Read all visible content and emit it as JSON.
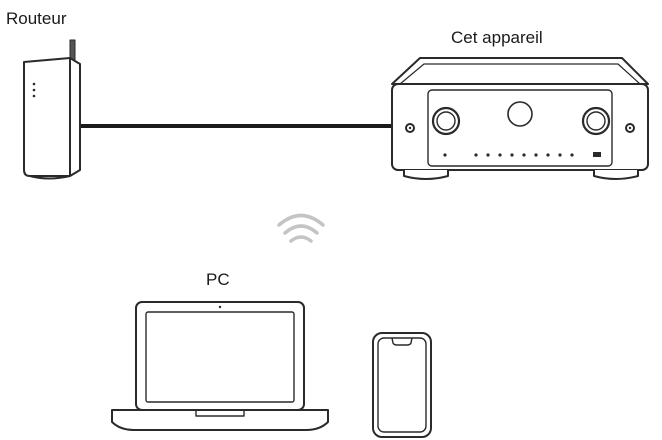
{
  "labels": {
    "router": "Routeur",
    "device": "Cet appareil",
    "pc": "PC"
  },
  "icons": {
    "router": "router-icon",
    "device": "av-receiver-icon",
    "wifi": "wifi-icon",
    "laptop": "laptop-icon",
    "smartphone": "smartphone-icon"
  },
  "colors": {
    "stroke": "#2a2a2a",
    "cable": "#1a1a1a",
    "wifi": "#c4c4c4"
  }
}
